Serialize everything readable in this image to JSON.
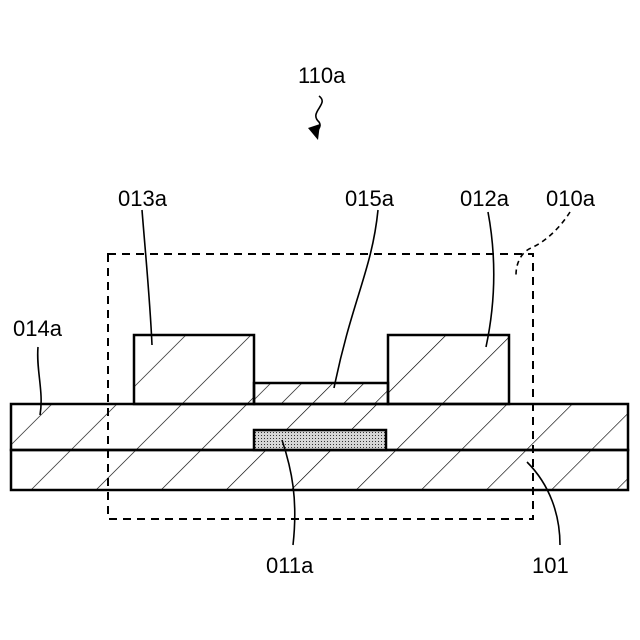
{
  "figure": {
    "device_label": "110a",
    "region_label": "010a",
    "labels": {
      "gate": "011a",
      "drain": "012a",
      "source": "013a",
      "gate_insulator": "014a",
      "active_layer": "015a",
      "substrate": "101"
    }
  },
  "colors": {
    "line": "#000000",
    "background": "#ffffff",
    "gate_fill": "dotted-gray"
  }
}
